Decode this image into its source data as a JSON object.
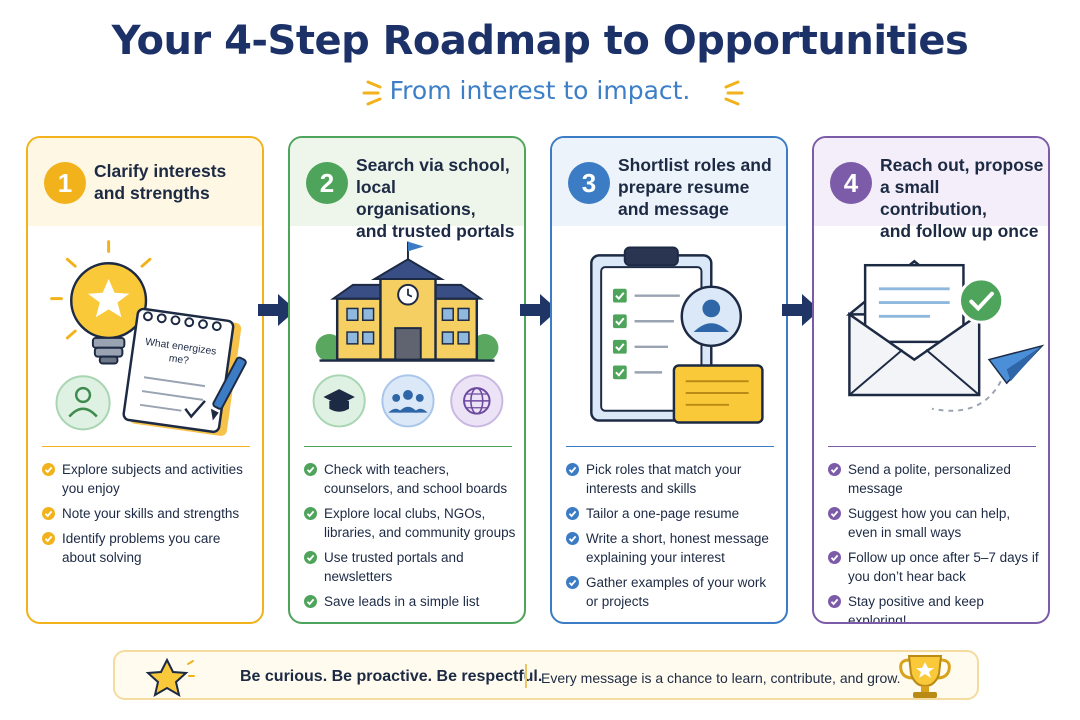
{
  "header": {
    "title": "Your 4-Step Roadmap to Opportunities",
    "subtitle": "From interest to impact."
  },
  "steps": [
    {
      "number": "1",
      "title_lines": [
        "Clarify interests",
        "and strengths"
      ],
      "color": "#f2b21b",
      "tint": "#fdf7e3",
      "notepad_text_1": "What energizes",
      "notepad_text_2": "me?",
      "items": [
        "Explore subjects and activities you enjoy",
        "Note your skills and strengths",
        "Identify problems you care about solving"
      ]
    },
    {
      "number": "2",
      "title_lines": [
        "Search via school,",
        "local organisations,",
        "and trusted portals"
      ],
      "color": "#4ea45a",
      "tint": "#eef6ec",
      "items": [
        "Check with teachers, counselors, and school boards",
        "Explore local clubs, NGOs, libraries, and community groups",
        "Use trusted portals and newsletters",
        "Save leads in a simple list"
      ]
    },
    {
      "number": "3",
      "title_lines": [
        "Shortlist roles and",
        "prepare resume",
        "and message"
      ],
      "color": "#3b7cc4",
      "tint": "#edf3fb",
      "items": [
        "Pick roles that match your interests and skills",
        "Tailor a one-page resume",
        "Write a short, honest message explaining your interest",
        "Gather examples of your work or projects"
      ]
    },
    {
      "number": "4",
      "title_lines": [
        "Reach out, propose",
        "a small contribution,",
        "and follow up once"
      ],
      "color": "#7c5ba8",
      "tint": "#f3eef9",
      "items": [
        "Send a polite, personalized message",
        "Suggest how you can help, even in small ways",
        "Follow up once after 5–7 days if you don’t hear back",
        "Stay positive and keep exploring!"
      ]
    }
  ],
  "footer": {
    "main": "Be curious. Be proactive. Be respectful.",
    "sub": "Every message is a chance to learn, contribute, and grow."
  },
  "colors": {
    "title": "#1b3168",
    "subtitle": "#3d7fc6",
    "arrow": "#1f3566",
    "gold": "#f2b21b"
  }
}
